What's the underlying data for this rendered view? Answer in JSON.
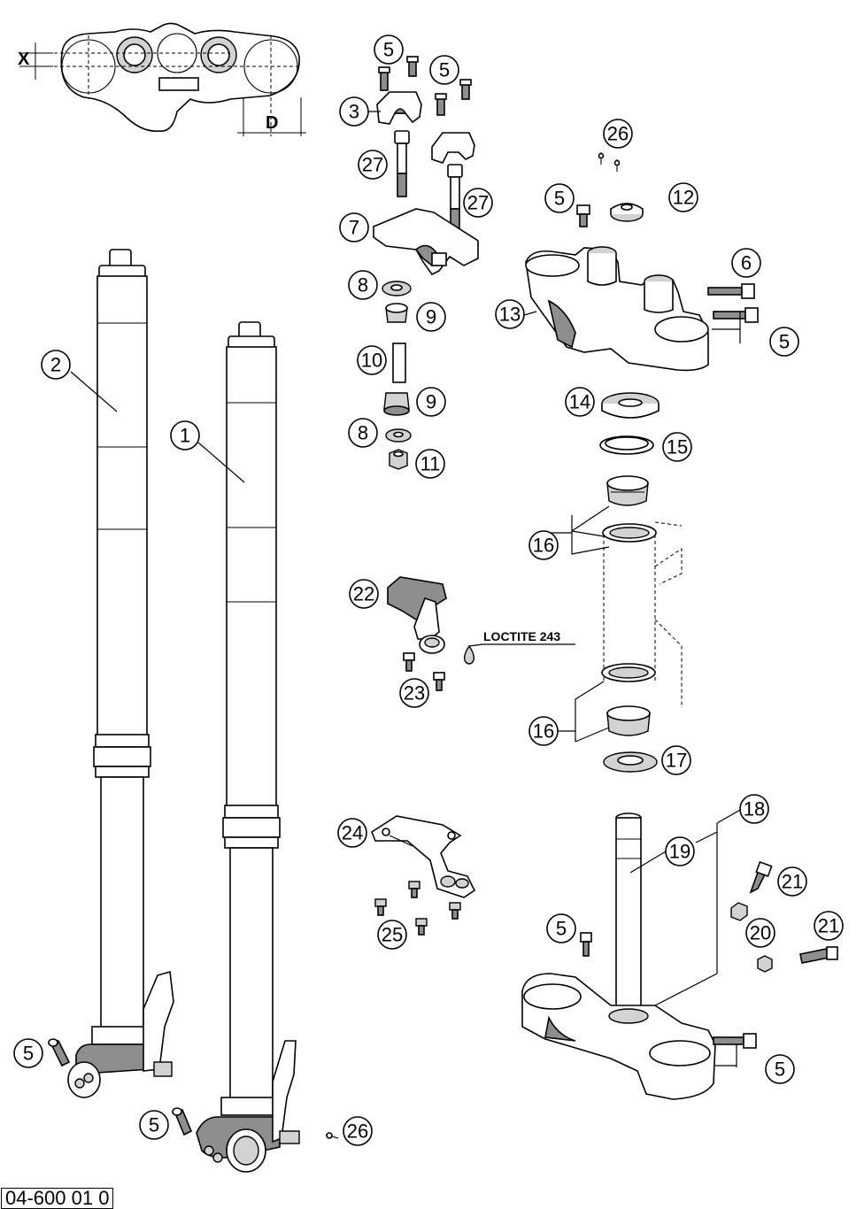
{
  "diagram": {
    "drawing_code": "04-600 01 0",
    "note_label": "LOCTITE 243",
    "dimension_labels": {
      "x": "X",
      "d": "D"
    },
    "callouts": {
      "c1": "1",
      "c2": "2",
      "c3": "3",
      "c5a": "5",
      "c5b": "5",
      "c5c": "5",
      "c5d": "5",
      "c5e": "5",
      "c5f": "5",
      "c5g": "5",
      "c5h": "5",
      "c6": "6",
      "c7": "7",
      "c8a": "8",
      "c8b": "8",
      "c9a": "9",
      "c9b": "9",
      "c10": "10",
      "c11": "11",
      "c12": "12",
      "c13": "13",
      "c14": "14",
      "c15": "15",
      "c16a": "16",
      "c16b": "16",
      "c17": "17",
      "c18": "18",
      "c19": "19",
      "c20": "20",
      "c21a": "21",
      "c21b": "21",
      "c22": "22",
      "c23": "23",
      "c24": "24",
      "c25": "25",
      "c26a": "26",
      "c26b": "26",
      "c27a": "27",
      "c27b": "27"
    }
  }
}
